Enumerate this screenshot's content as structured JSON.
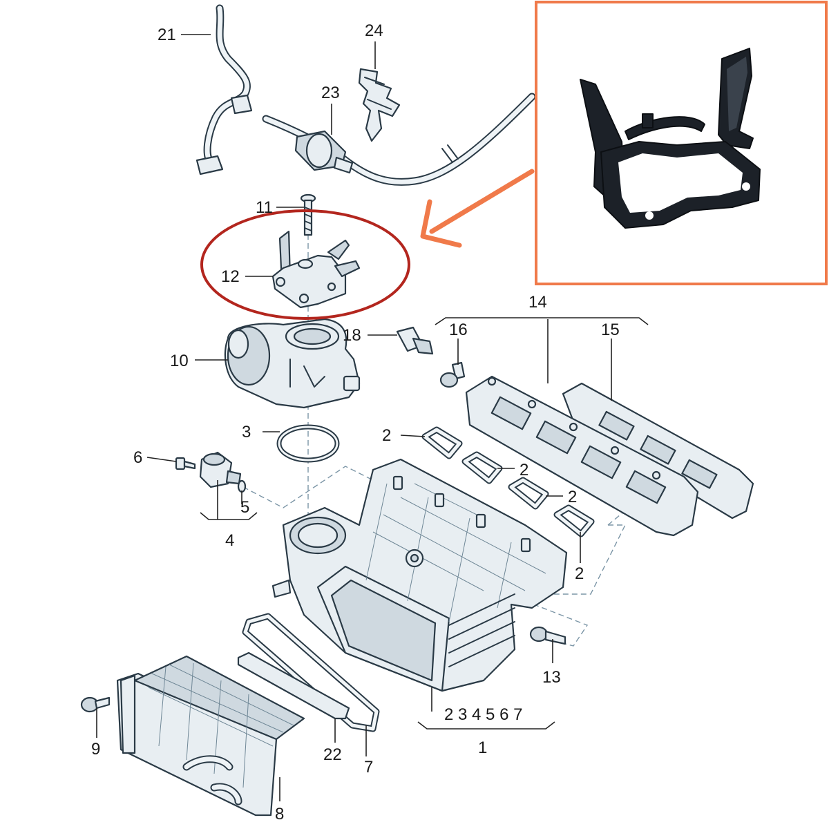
{
  "callouts": {
    "c1": "1",
    "c2a": "2",
    "c2b": "2",
    "c2c": "2",
    "c2d": "2",
    "c3": "3",
    "c4": "4",
    "c5": "5",
    "c6": "6",
    "c7": "7",
    "c8": "8",
    "c9": "9",
    "c10": "10",
    "c11": "11",
    "c12": "12",
    "c13": "13",
    "c14": "14",
    "c15": "15",
    "c16": "16",
    "c18": "18",
    "c21": "21",
    "c22": "22",
    "c23": "23",
    "c24": "24",
    "c1_sub": "2 3 4 5 6 7"
  },
  "colors": {
    "highlight_ellipse": "#b3261e",
    "inset_border": "#f07a4a",
    "arrow": "#f07a4a",
    "part_fill": "#e8eef2",
    "part_outline": "#2a3a46",
    "bracket_photo": "#1c2128"
  },
  "highlighted_part": "12",
  "inset": {
    "subject": "bracket-photo"
  }
}
